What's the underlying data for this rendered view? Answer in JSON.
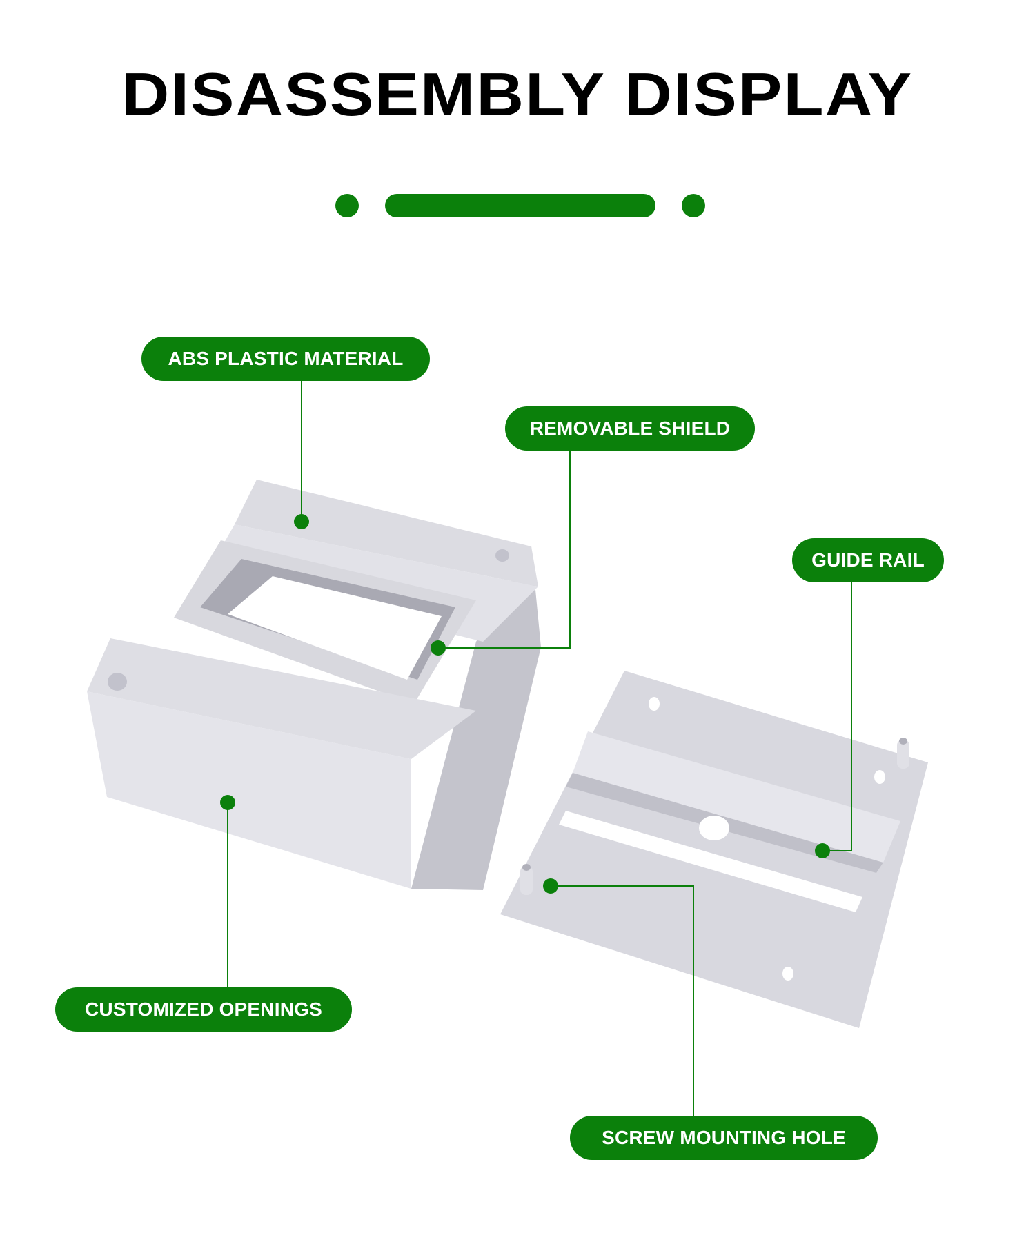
{
  "header": {
    "title": "DISASSEMBLY DISPLAY"
  },
  "divider": {
    "color": "#0b800b"
  },
  "callouts": [
    {
      "id": "abs",
      "label": "ABS PLASTIC MATERIAL"
    },
    {
      "id": "shield",
      "label": "REMOVABLE SHIELD"
    },
    {
      "id": "guide",
      "label": "GUIDE RAIL"
    },
    {
      "id": "openings",
      "label": "CUSTOMIZED OPENINGS"
    },
    {
      "id": "screw",
      "label": "SCREW MOUNTING HOLE"
    }
  ],
  "products": {
    "enclosure": "distribution-box-cover",
    "base_plate": "din-rail-base-plate"
  },
  "colors": {
    "accent": "#0b800b",
    "plastic_light": "#e4e4e9",
    "plastic_mid": "#d5d5dc",
    "plastic_dark": "#b9b9c2"
  }
}
